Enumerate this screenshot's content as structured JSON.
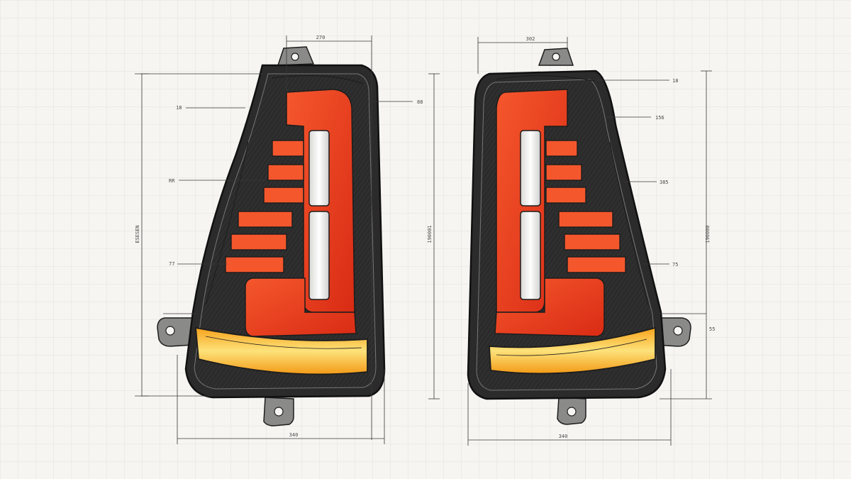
{
  "drawing": {
    "colors": {
      "paper": "#f6f5f2",
      "grid": "#e2e1dc",
      "ink": "#1d1d1d",
      "housing": "#2b2b2b",
      "red_lens": "#e8381c",
      "red_light": "#f5572d",
      "amber_strip": "#f3b21f",
      "amber_core": "#fde27a",
      "white_led": "#f4f4f2"
    },
    "left_lamp": {
      "labels": {
        "top": "270",
        "bottom": "340",
        "height": "ESESEN",
        "callout_1": "18",
        "callout_2": "88",
        "callout_3": "RR",
        "callout_4": "77"
      }
    },
    "right_lamp": {
      "labels": {
        "top": "302",
        "bottom": "340",
        "height": "190001",
        "height_right": "190000",
        "callout_1": "18",
        "callout_2": "156",
        "callout_3": "385",
        "callout_4": "75",
        "callout_5": "55"
      }
    }
  }
}
